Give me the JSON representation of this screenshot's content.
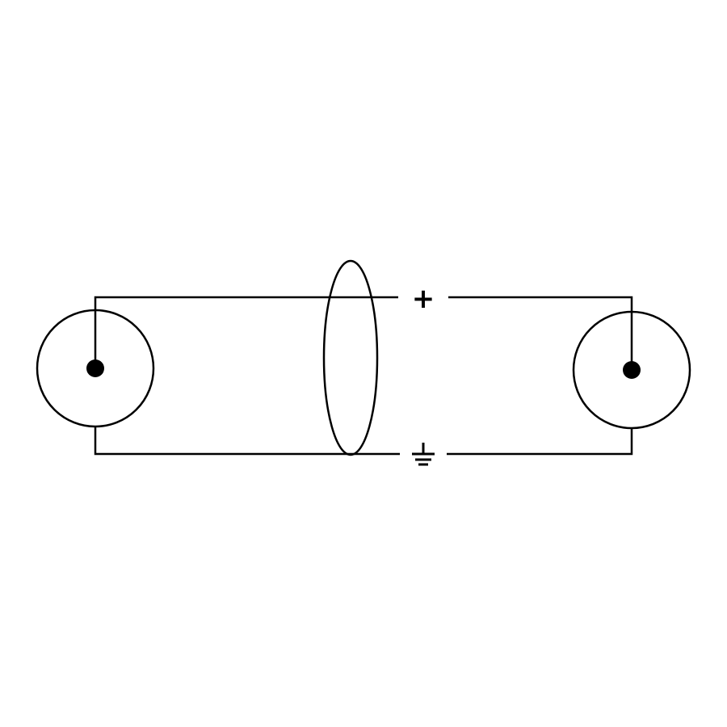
{
  "diagram": {
    "signal_label": "+",
    "ground_symbol": "ground-icon",
    "left_connector": "rca-connector",
    "right_connector": "rca-connector",
    "shield": "cable-shield",
    "stroke_color": "#000000",
    "background": "#ffffff"
  }
}
